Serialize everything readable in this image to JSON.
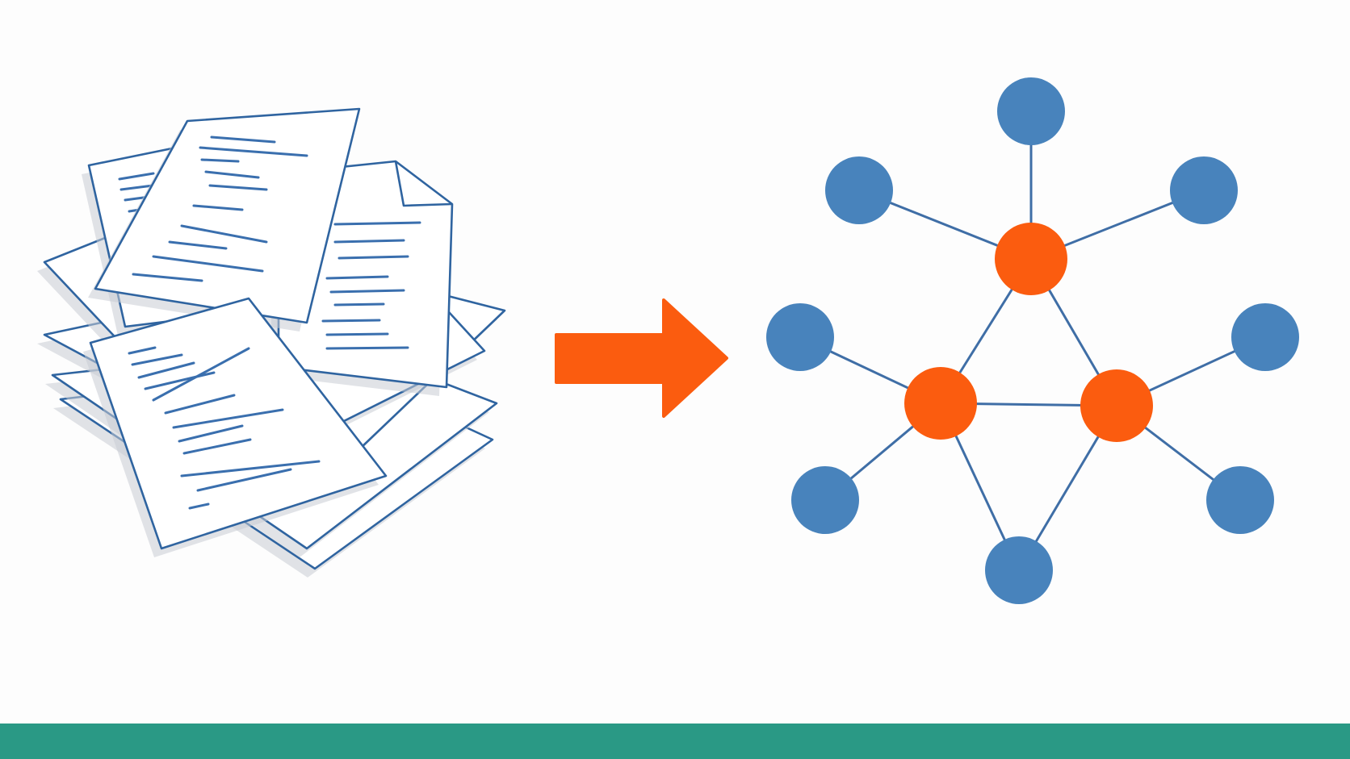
{
  "colors": {
    "background": "#fdfdfd",
    "paper_fill": "#ffffff",
    "paper_stroke": "#2f64a0",
    "text_line": "#3a6fae",
    "shadow": "#c9ccd3",
    "arrow": "#fb5c0f",
    "outer_node": "#4883bc",
    "core_node": "#fb5c0f",
    "edge": "#3f6ea6",
    "bottom_band": "#2a9985"
  },
  "icons": {
    "documents": "document-stack-icon",
    "arrow": "arrow-right-icon",
    "graph": "network-graph-icon"
  },
  "graph": {
    "core_nodes": [
      "top",
      "left",
      "right"
    ],
    "outer_nodes": [
      "n-top",
      "n-upper-left",
      "n-upper-right",
      "n-mid-left",
      "n-mid-right",
      "n-lower-left",
      "n-lower-right",
      "n-bottom"
    ],
    "edges": [
      [
        "top",
        "left"
      ],
      [
        "top",
        "right"
      ],
      [
        "left",
        "right"
      ],
      [
        "top",
        "n-top"
      ],
      [
        "top",
        "n-upper-left"
      ],
      [
        "top",
        "n-upper-right"
      ],
      [
        "left",
        "n-mid-left"
      ],
      [
        "left",
        "n-lower-left"
      ],
      [
        "left",
        "n-bottom"
      ],
      [
        "right",
        "n-mid-right"
      ],
      [
        "right",
        "n-lower-right"
      ],
      [
        "right",
        "n-bottom"
      ]
    ]
  }
}
